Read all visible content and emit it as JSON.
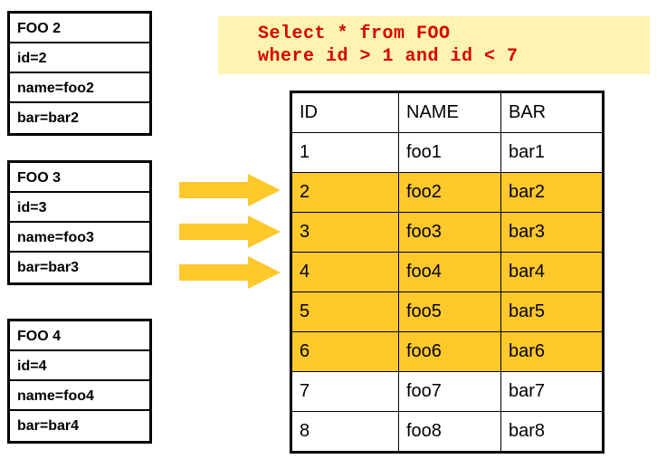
{
  "objects": {
    "boxes": [
      {
        "title": "FOO 2",
        "fields": [
          "id=2",
          "name=foo2",
          "bar=bar2"
        ]
      },
      {
        "title": "FOO 3",
        "fields": [
          "id=3",
          "name=foo3",
          "bar=bar3"
        ]
      },
      {
        "title": "FOO 4",
        "fields": [
          "id=4",
          "name=foo4",
          "bar=bar4"
        ]
      }
    ]
  },
  "arrows": {
    "count": 3,
    "direction": "right",
    "color": "#ffc82b",
    "icon": "arrow-right-icon"
  },
  "query": {
    "line1": "Select * from FOO",
    "line2": "where id > 1 and id < 7",
    "text_color": "#d90000",
    "background_color": "#fcf4b0"
  },
  "table": {
    "columns": [
      "ID",
      "NAME",
      "BAR"
    ],
    "highlight_color": "#ffc82b",
    "rows": [
      {
        "id": "1",
        "name": "foo1",
        "bar": "bar1",
        "highlighted": false
      },
      {
        "id": "2",
        "name": "foo2",
        "bar": "bar2",
        "highlighted": true
      },
      {
        "id": "3",
        "name": "foo3",
        "bar": "bar3",
        "highlighted": true
      },
      {
        "id": "4",
        "name": "foo4",
        "bar": "bar4",
        "highlighted": true
      },
      {
        "id": "5",
        "name": "foo5",
        "bar": "bar5",
        "highlighted": true
      },
      {
        "id": "6",
        "name": "foo6",
        "bar": "bar6",
        "highlighted": true
      },
      {
        "id": "7",
        "name": "foo7",
        "bar": "bar7",
        "highlighted": false
      },
      {
        "id": "8",
        "name": "foo8",
        "bar": "bar8",
        "highlighted": false
      }
    ]
  }
}
